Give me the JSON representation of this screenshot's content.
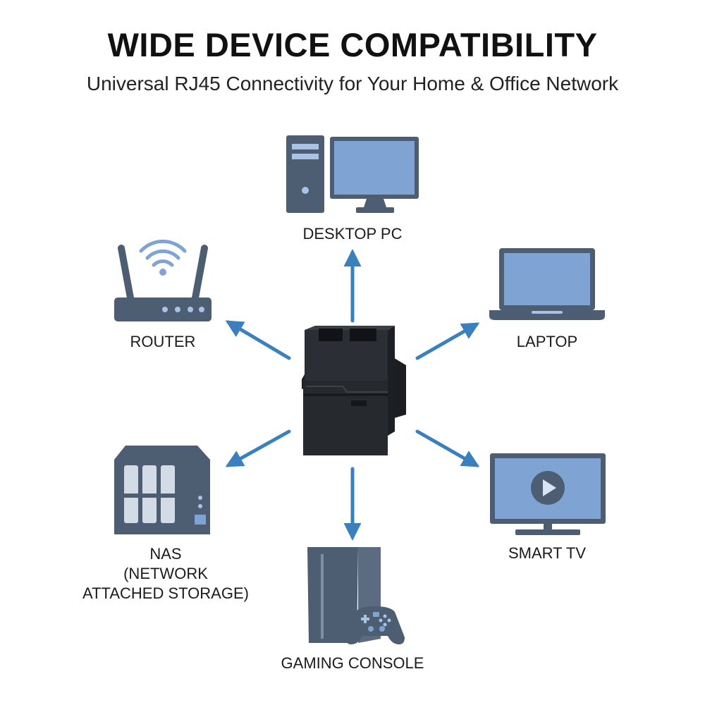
{
  "header": {
    "title": "WIDE DEVICE COMPATIBILITY",
    "subtitle": "Universal RJ45 Connectivity for Your Home & Office Network"
  },
  "devices": {
    "desktop": "DESKTOP PC",
    "router": "ROUTER",
    "laptop": "LAPTOP",
    "nas": [
      "NAS",
      "(NETWORK",
      "ATTACHED STORAGE)"
    ],
    "smart_tv": "SMART TV",
    "gaming": "GAMING CONSOLE"
  },
  "colors": {
    "dark": "#4d5d72",
    "screen": "#7fa3d3",
    "screen_light": "#a9c3e6",
    "arrow": "#3a80bf",
    "coupler": "#26292e"
  }
}
